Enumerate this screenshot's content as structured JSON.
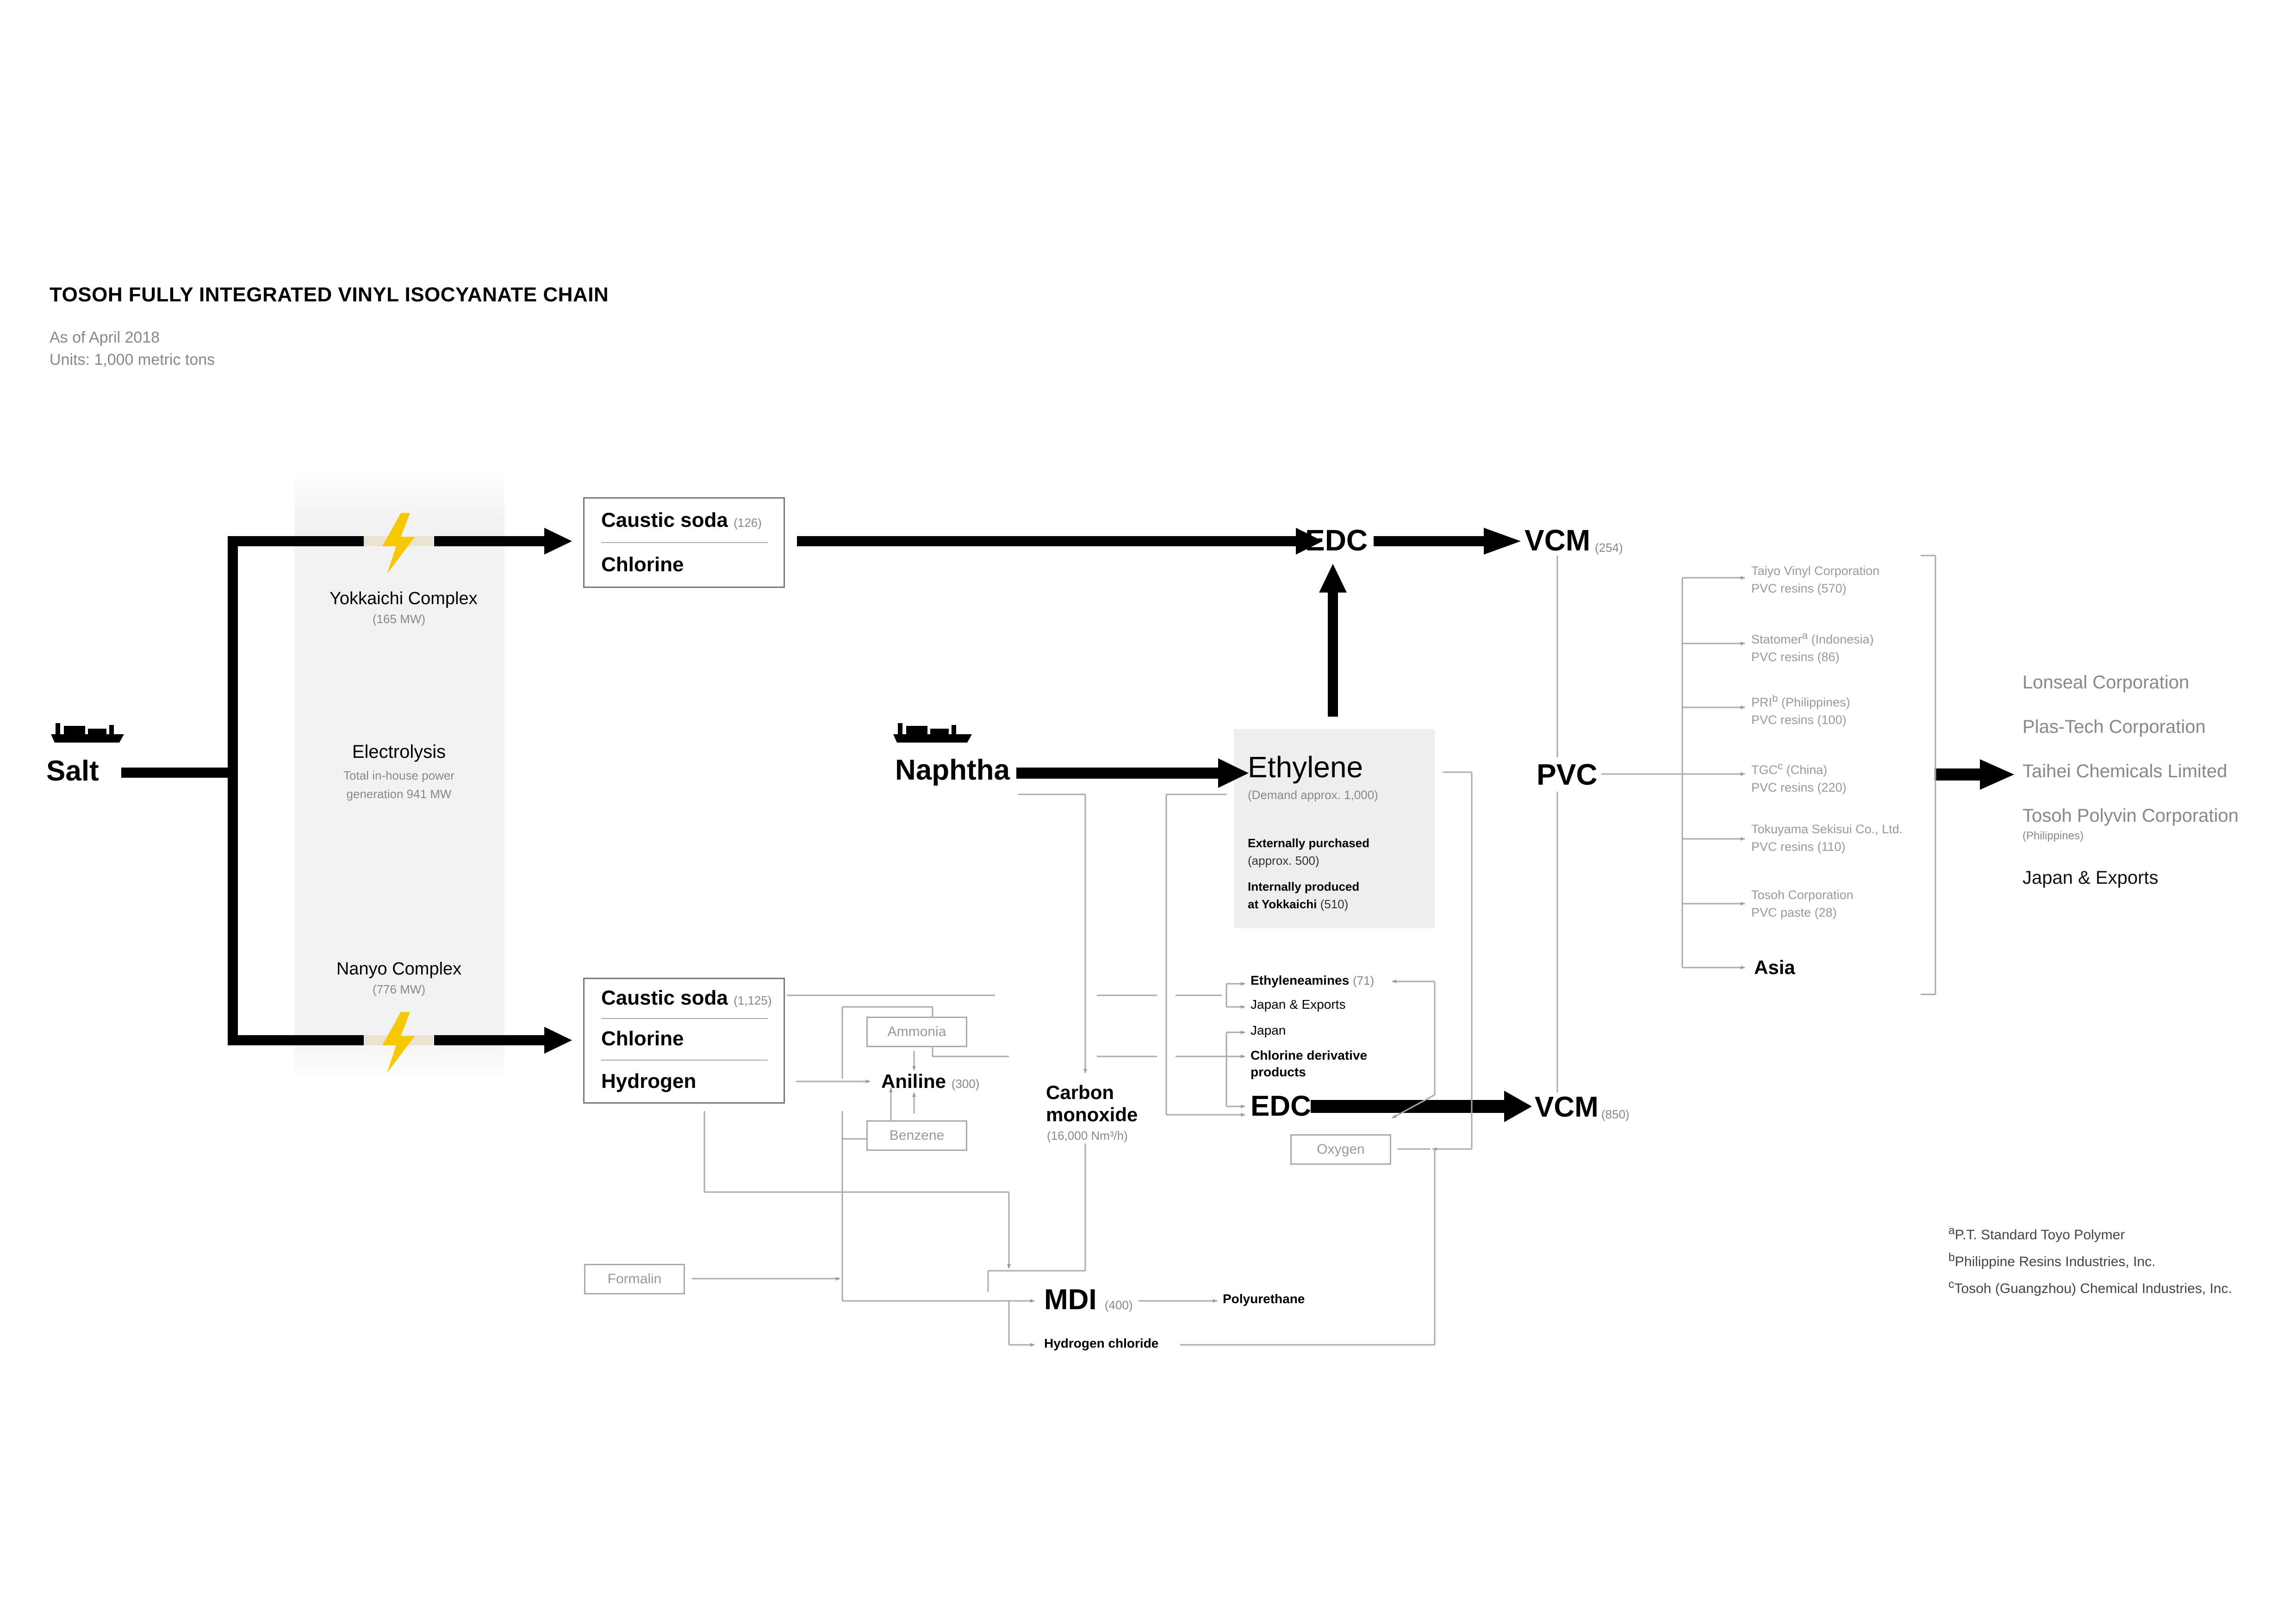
{
  "header": {
    "title": "TOSOH FULLY INTEGRATED VINYL ISOCYANATE CHAIN",
    "as_of": "As of April 2018",
    "units": "Units: 1,000 metric tons"
  },
  "colors": {
    "arrow": "#000000",
    "thin_line": "#aaaaaa",
    "bolt": "#f5c800",
    "panel": "#eeeeee"
  },
  "salt": {
    "label": "Salt",
    "icon": "ship-icon"
  },
  "electrolysis": {
    "yokkaichi": {
      "label": "Yokkaichi Complex",
      "capacity": "(165 MW)"
    },
    "center_label": "Electrolysis",
    "center_note_1": "Total in-house power",
    "center_note_2": "generation 941 MW",
    "nanyo": {
      "label": "Nanyo Complex",
      "capacity": "(776 MW)"
    },
    "icon": "lightning-bolt-icon"
  },
  "yokkaichi_box": {
    "caustic_soda": "Caustic soda",
    "caustic_soda_cap": "(126)",
    "chlorine": "Chlorine"
  },
  "nanyo_box": {
    "caustic_soda": "Caustic soda",
    "caustic_soda_cap": "(1,125)",
    "chlorine": "Chlorine",
    "hydrogen": "Hydrogen"
  },
  "top_chain": {
    "edc": "EDC",
    "vcm": "VCM",
    "vcm_cap": "(254)"
  },
  "naphtha": {
    "label": "Naphtha",
    "icon": "ship-icon"
  },
  "ethylene": {
    "label": "Ethylene",
    "demand": "(Demand approx. 1,000)",
    "ext_label": "Externally purchased",
    "ext_value": "(approx. 500)",
    "int_label_1": "Internally produced",
    "int_label_2": "at Yokkaichi",
    "int_value": "(510)"
  },
  "pvc": {
    "label": "PVC"
  },
  "pvc_customers": [
    {
      "name": "Taiyo Vinyl Corporation",
      "sup": "",
      "region": "",
      "product": "PVC resins (570)"
    },
    {
      "name": "Statomer",
      "sup": "a",
      "region": " (Indonesia)",
      "product": "PVC resins (86)"
    },
    {
      "name": "PRI",
      "sup": "b",
      "region": " (Philippines)",
      "product": "PVC resins (100)"
    },
    {
      "name": "TGC",
      "sup": "c",
      "region": " (China)",
      "product": "PVC resins (220)"
    },
    {
      "name": "Tokuyama Sekisui Co., Ltd.",
      "sup": "",
      "region": "",
      "product": "PVC resins (110)"
    },
    {
      "name": "Tosoh Corporation",
      "sup": "",
      "region": "",
      "product": "PVC paste (28)"
    }
  ],
  "asia": "Asia",
  "downstream": {
    "lonseal": "Lonseal Corporation",
    "plastech": "Plas-Tech Corporation",
    "taihei": "Taihei Chemicals Limited",
    "polyvin": "Tosoh Polyvin Corporation",
    "polyvin_region": "(Philippines)",
    "japan_exports": "Japan & Exports"
  },
  "lower": {
    "ammonia": "Ammonia",
    "aniline": "Aniline",
    "aniline_cap": "(300)",
    "benzene": "Benzene",
    "carbon_monoxide_1": "Carbon",
    "carbon_monoxide_2": "monoxide",
    "carbon_monoxide_cap": "(16,000 Nm³/h)",
    "ethyleneamines": "Ethyleneamines",
    "ethyleneamines_cap": "(71)",
    "japan_exports": "Japan & Exports",
    "japan": "Japan",
    "chlorine_deriv_1": "Chlorine derivative",
    "chlorine_deriv_2": "products",
    "edc": "EDC",
    "vcm": "VCM",
    "vcm_cap": "(850)",
    "oxygen": "Oxygen",
    "formalin": "Formalin",
    "mdi": "MDI",
    "mdi_cap": "(400)",
    "polyurethane": "Polyurethane",
    "hydrogen_chloride": "Hydrogen chloride"
  },
  "footnotes": [
    {
      "mark": "a",
      "text": "P.T. Standard Toyo Polymer"
    },
    {
      "mark": "b",
      "text": "Philippine Resins Industries, Inc."
    },
    {
      "mark": "c",
      "text": "Tosoh (Guangzhou) Chemical Industries, Inc."
    }
  ]
}
